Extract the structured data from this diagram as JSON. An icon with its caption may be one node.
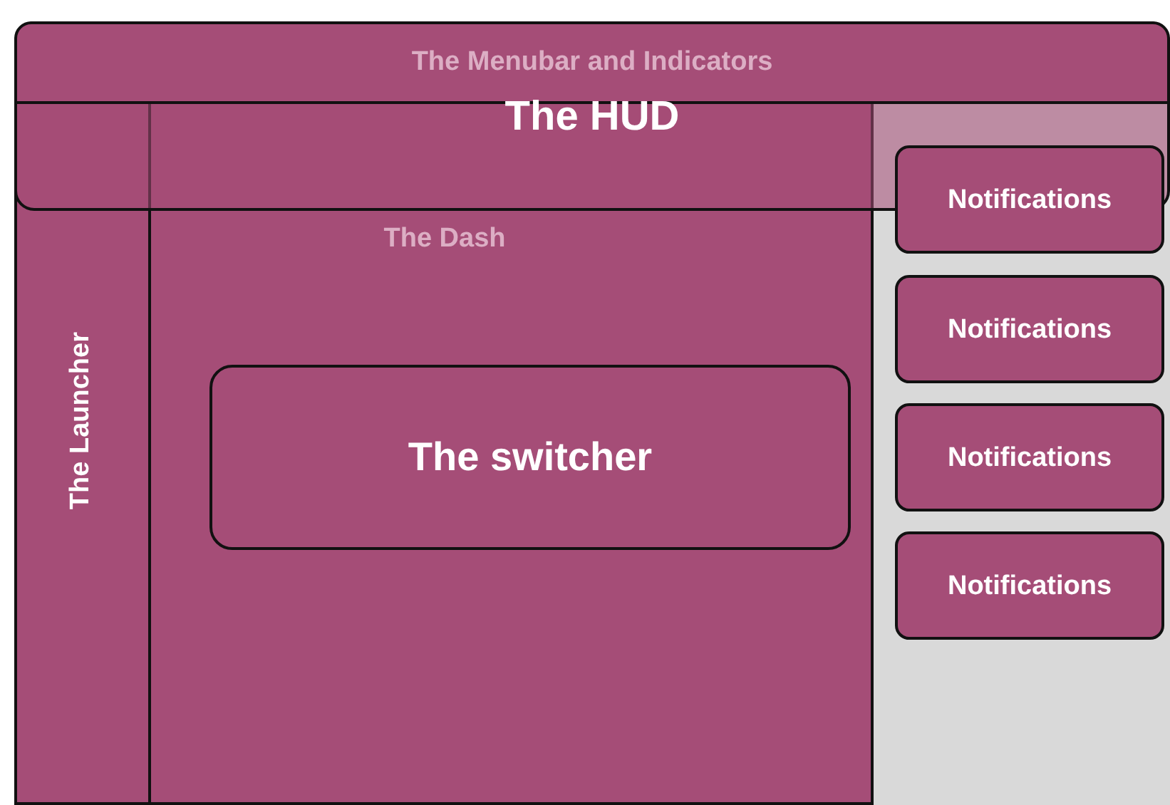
{
  "diagram": {
    "nodes": [
      {
        "text": [
          "The HUD"
        ]
      },
      {
        "text": [
          "The Menubar and Indicators"
        ],
        "in": 0
      },
      {
        "text": [
          "The Dash"
        ]
      },
      {
        "text": [
          "The Launcher"
        ]
      },
      {
        "text": [
          "The switcher"
        ],
        "in": 2
      },
      {
        "text": [
          "Notifications"
        ]
      },
      {
        "text": [
          "Notifications"
        ]
      },
      {
        "text": [
          "Notifications"
        ]
      },
      {
        "text": [
          "Notifications"
        ]
      }
    ]
  }
}
